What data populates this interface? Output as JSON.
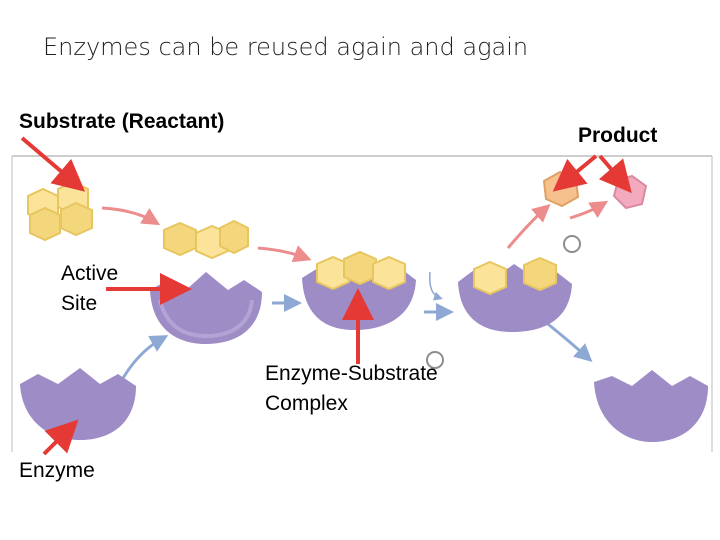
{
  "title": "Enzymes can be reused again and again",
  "labels": {
    "substrate": "Substrate (Reactant)",
    "product": "Product",
    "active_site_line1": "Active",
    "active_site_line2": "Site",
    "complex_line1": "Enzyme-Substrate",
    "complex_line2": "Complex",
    "enzyme": "Enzyme"
  },
  "colors": {
    "enzyme": "#9d8cc6",
    "enzyme_light": "#b9aedb",
    "substrate": "#fbe39a",
    "substrate_edge": "#e7c65f",
    "product_orange": "#f7c08f",
    "product_pink": "#f3a9be",
    "arrow_red": "#e53935",
    "flow_blue": "#8ea8d4",
    "flow_red": "#ec8c8c"
  }
}
